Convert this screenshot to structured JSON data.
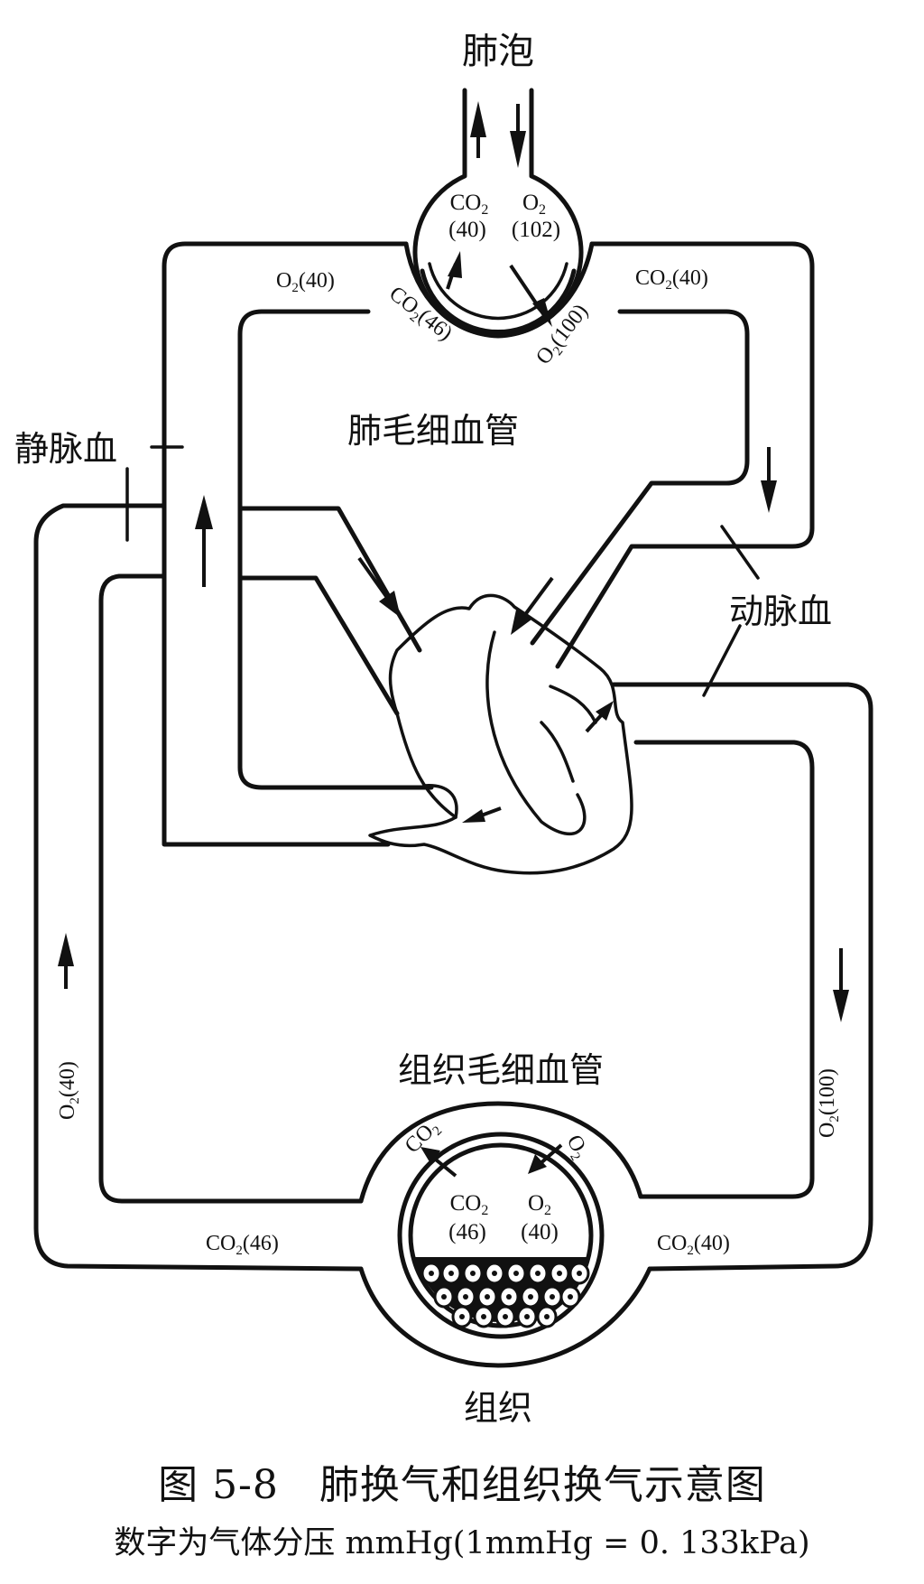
{
  "figure": {
    "title": "图 5-8　肺换气和组织换气示意图",
    "subtitle": "数字为气体分压 mmHg(1mmHg = 0. 133kPa)"
  },
  "labels": {
    "alveolus": "肺泡",
    "pulmonary_capillary": "肺毛细血管",
    "venous_blood": "静脉血",
    "arterial_blood": "动脉血",
    "tissue_capillary": "组织毛细血管",
    "tissue": "组织"
  },
  "alveolus": {
    "co2": {
      "gas": "CO",
      "sub": "2",
      "value": "(40)"
    },
    "o2": {
      "gas": "O",
      "sub": "2",
      "value": "(102)"
    }
  },
  "pulmonary_exchange": {
    "co2_arc": {
      "gas": "CO",
      "sub": "2",
      "value": "(46)"
    },
    "o2_arc": {
      "gas": "O",
      "sub": "2",
      "value": "(100)"
    }
  },
  "vessels": {
    "pulm_in_o2": {
      "gas": "O",
      "sub": "2",
      "value": "(40)"
    },
    "pulm_out_co2": {
      "gas": "CO",
      "sub": "2",
      "value": "(40)"
    },
    "systemic_venous_o2": {
      "gas": "O",
      "sub": "2",
      "value": "(40)"
    },
    "systemic_arterial_o2": {
      "gas": "O",
      "sub": "2",
      "value": "(100)"
    },
    "tissue_in_co2": {
      "gas": "CO",
      "sub": "2",
      "value": "(40)"
    },
    "tissue_out_co2": {
      "gas": "CO",
      "sub": "2",
      "value": "(46)"
    }
  },
  "tissue": {
    "co2_out": {
      "gas": "CO",
      "sub": "2"
    },
    "o2_in": {
      "gas": "O",
      "sub": "2"
    },
    "co2": {
      "gas": "CO",
      "sub": "2",
      "value": "(46)"
    },
    "o2": {
      "gas": "O",
      "sub": "2",
      "value": "(40)"
    }
  }
}
